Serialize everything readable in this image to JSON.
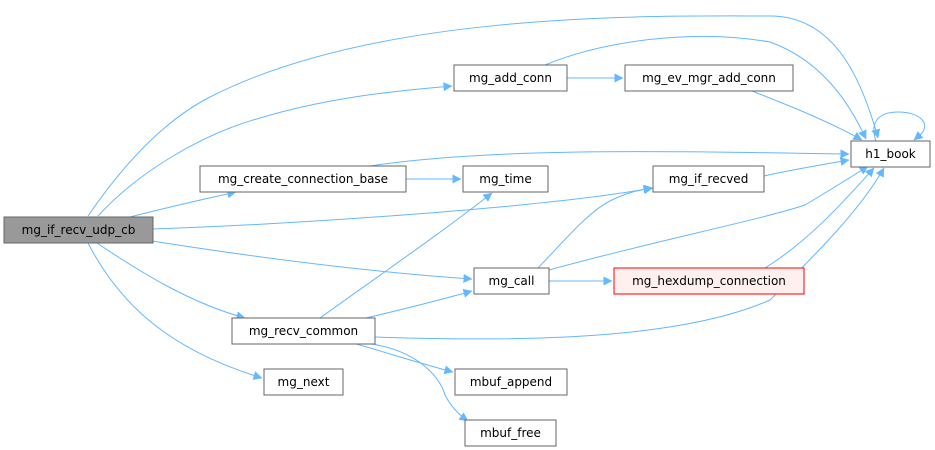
{
  "graph": {
    "nodes": [
      {
        "id": "mg_if_recv_udp_cb",
        "label": "mg_if_recv_udp_cb",
        "style": "focus"
      },
      {
        "id": "mg_add_conn",
        "label": "mg_add_conn",
        "style": "normal"
      },
      {
        "id": "mg_ev_mgr_add_conn",
        "label": "mg_ev_mgr_add_conn",
        "style": "normal"
      },
      {
        "id": "h1_book",
        "label": "h1_book",
        "style": "normal"
      },
      {
        "id": "mg_create_connection_base",
        "label": "mg_create_connection_base",
        "style": "normal"
      },
      {
        "id": "mg_time",
        "label": "mg_time",
        "style": "normal"
      },
      {
        "id": "mg_if_recved",
        "label": "mg_if_recved",
        "style": "normal"
      },
      {
        "id": "mg_call",
        "label": "mg_call",
        "style": "normal"
      },
      {
        "id": "mg_hexdump_connection",
        "label": "mg_hexdump_connection",
        "style": "highlight"
      },
      {
        "id": "mg_recv_common",
        "label": "mg_recv_common",
        "style": "normal"
      },
      {
        "id": "mg_next",
        "label": "mg_next",
        "style": "normal"
      },
      {
        "id": "mbuf_append",
        "label": "mbuf_append",
        "style": "normal"
      },
      {
        "id": "mbuf_free",
        "label": "mbuf_free",
        "style": "normal"
      }
    ],
    "edges": [
      {
        "from": "mg_if_recv_udp_cb",
        "to": "h1_book"
      },
      {
        "from": "mg_if_recv_udp_cb",
        "to": "mg_add_conn"
      },
      {
        "from": "mg_if_recv_udp_cb",
        "to": "mg_create_connection_base"
      },
      {
        "from": "mg_if_recv_udp_cb",
        "to": "mg_if_recved"
      },
      {
        "from": "mg_if_recv_udp_cb",
        "to": "mg_call"
      },
      {
        "from": "mg_if_recv_udp_cb",
        "to": "mg_recv_common"
      },
      {
        "from": "mg_if_recv_udp_cb",
        "to": "mg_next"
      },
      {
        "from": "mg_add_conn",
        "to": "h1_book"
      },
      {
        "from": "mg_add_conn",
        "to": "mg_ev_mgr_add_conn"
      },
      {
        "from": "mg_ev_mgr_add_conn",
        "to": "h1_book"
      },
      {
        "from": "h1_book",
        "to": "h1_book"
      },
      {
        "from": "mg_create_connection_base",
        "to": "h1_book"
      },
      {
        "from": "mg_create_connection_base",
        "to": "mg_time"
      },
      {
        "from": "mg_if_recved",
        "to": "h1_book"
      },
      {
        "from": "mg_call",
        "to": "mg_if_recved"
      },
      {
        "from": "mg_call",
        "to": "h1_book"
      },
      {
        "from": "mg_call",
        "to": "mg_hexdump_connection"
      },
      {
        "from": "mg_hexdump_connection",
        "to": "h1_book"
      },
      {
        "from": "mg_recv_common",
        "to": "mg_time"
      },
      {
        "from": "mg_recv_common",
        "to": "mg_call"
      },
      {
        "from": "mg_recv_common",
        "to": "h1_book"
      },
      {
        "from": "mg_recv_common",
        "to": "mbuf_append"
      },
      {
        "from": "mg_recv_common",
        "to": "mbuf_free"
      }
    ],
    "colors": {
      "edge": "#63b8ff",
      "node_border": "#666666",
      "node_fill": "#ffffff",
      "focus_fill": "#999999",
      "highlight_fill": "#fff0f0",
      "highlight_border": "#ff0000"
    }
  }
}
